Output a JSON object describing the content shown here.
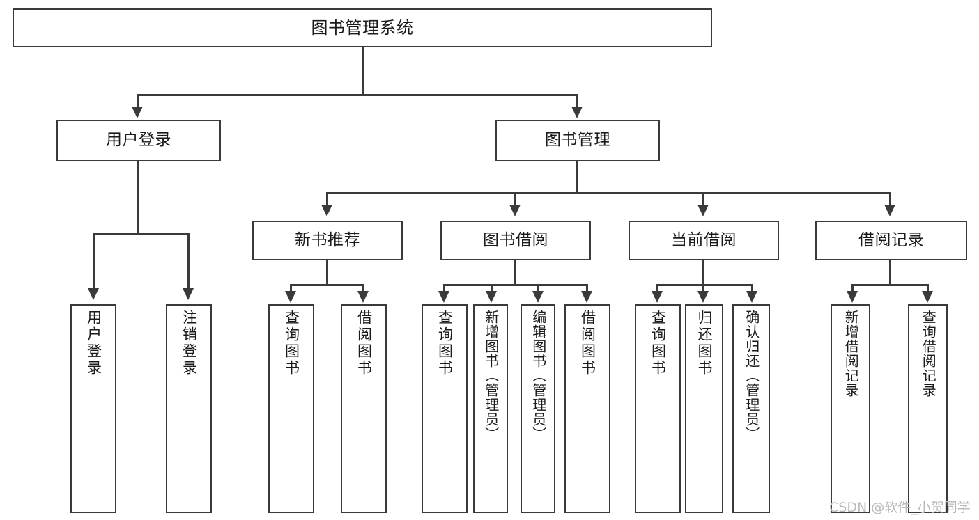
{
  "diagram": {
    "title": "图书管理系统",
    "type": "tree-hierarchy",
    "watermark": "CSDN @软件_小贺同学",
    "colors": {
      "stroke": "#3a3a3a",
      "fill": "#ffffff",
      "text": "#1b1b1b",
      "watermark": "#b9b9b9"
    },
    "levels": {
      "root": {
        "label": "图书管理系统"
      },
      "level2": [
        {
          "label": "用户登录"
        },
        {
          "label": "图书管理"
        }
      ],
      "level3": [
        {
          "label": "新书推荐"
        },
        {
          "label": "图书借阅"
        },
        {
          "label": "当前借阅"
        },
        {
          "label": "借阅记录"
        }
      ],
      "leaves": [
        {
          "label": "用户登录",
          "parent": "用户登录"
        },
        {
          "label": "注销登录",
          "parent": "用户登录"
        },
        {
          "label": "查询图书",
          "parent": "新书推荐"
        },
        {
          "label": "借阅图书",
          "parent": "新书推荐"
        },
        {
          "label": "查询图书",
          "parent": "图书借阅"
        },
        {
          "label": "新增图书（管理员）",
          "parent": "图书借阅"
        },
        {
          "label": "编辑图书（管理员）",
          "parent": "图书借阅"
        },
        {
          "label": "借阅图书",
          "parent": "图书借阅"
        },
        {
          "label": "查询图书",
          "parent": "当前借阅"
        },
        {
          "label": "归还图书",
          "parent": "当前借阅"
        },
        {
          "label": "确认归还（管理员）",
          "parent": "当前借阅"
        },
        {
          "label": "新增借阅记录",
          "parent": "借阅记录"
        },
        {
          "label": "查询借阅记录",
          "parent": "借阅记录"
        }
      ]
    }
  }
}
